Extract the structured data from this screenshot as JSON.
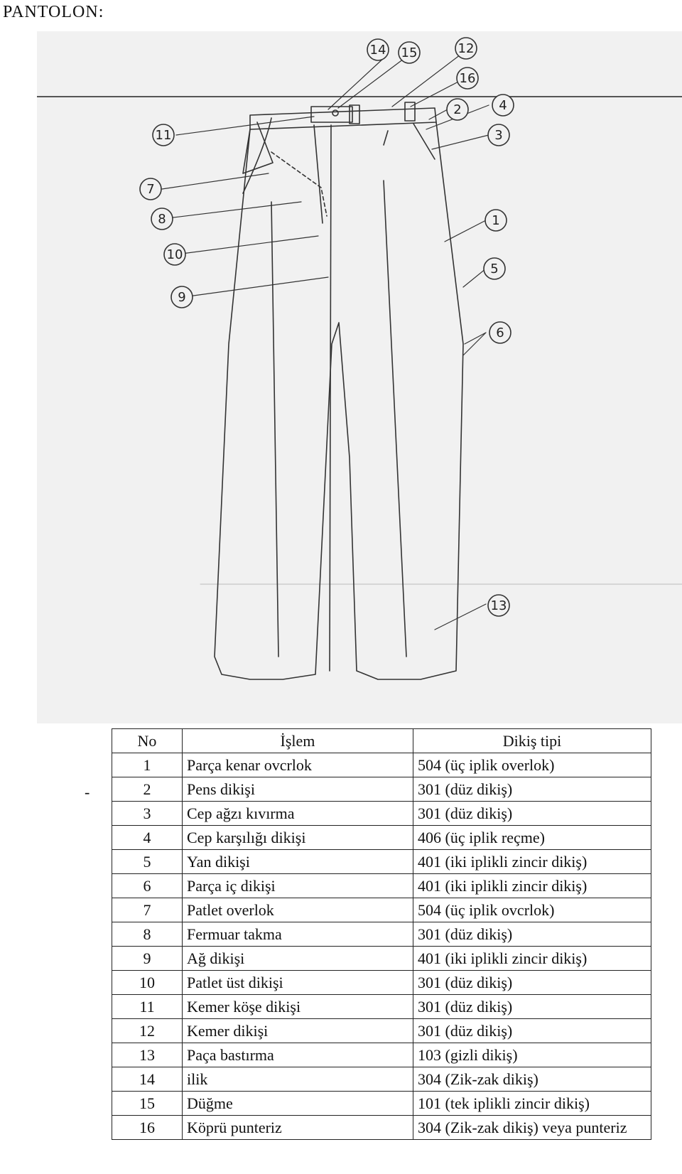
{
  "title": "PANTOLON:",
  "side_mark": "-",
  "figure": {
    "callouts": [
      "1",
      "2",
      "3",
      "4",
      "5",
      "6",
      "7",
      "8",
      "9",
      "10",
      "11",
      "12",
      "13",
      "14",
      "15",
      "16"
    ]
  },
  "table": {
    "headers": [
      "No",
      "İşlem",
      "Dikiş tipi"
    ],
    "rows": [
      {
        "no": "1",
        "op": "Parça kenar ovcrlok",
        "type": "504 (üç iplik overlok)"
      },
      {
        "no": "2",
        "op": "Pens dikişi",
        "type": "301 (düz dikiş)"
      },
      {
        "no": "3",
        "op": "Cep ağzı kıvırma",
        "type": "301 (düz dikiş)"
      },
      {
        "no": "4",
        "op": "Cep karşılığı dikişi",
        "type": "406 (üç iplik reçme)"
      },
      {
        "no": "5",
        "op": "Yan dikişi",
        "type": "401 (iki iplikli zincir dikiş)"
      },
      {
        "no": "6",
        "op": "Parça iç dikişi",
        "type": "401 (iki iplikli zincir dikiş)"
      },
      {
        "no": "7",
        "op": "Patlet overlok",
        "type": "504 (üç iplik ovcrlok)"
      },
      {
        "no": "8",
        "op": "Fermuar takma",
        "type": "301 (düz dikiş)"
      },
      {
        "no": "9",
        "op": "Ağ dikişi",
        "type": "401 (iki iplikli zincir dikiş)"
      },
      {
        "no": "10",
        "op": "Patlet üst dikişi",
        "type": "301 (düz dikiş)"
      },
      {
        "no": "11",
        "op": "Kemer köşe dikişi",
        "type": "301 (düz dikiş)"
      },
      {
        "no": "12",
        "op": "Kemer dikişi",
        "type": "301 (düz dikiş)"
      },
      {
        "no": "13",
        "op": "Paça bastırma",
        "type": "103 (gizli dikiş)"
      },
      {
        "no": "14",
        "op": "ilik",
        "type": "304 (Zik-zak dikiş)"
      },
      {
        "no": "15",
        "op": "Düğme",
        "type": "101 (tek iplikli zincir dikiş)"
      },
      {
        "no": "16",
        "op": "Köprü punteriz",
        "type": "304 (Zik-zak dikiş) veya punteriz"
      }
    ]
  }
}
